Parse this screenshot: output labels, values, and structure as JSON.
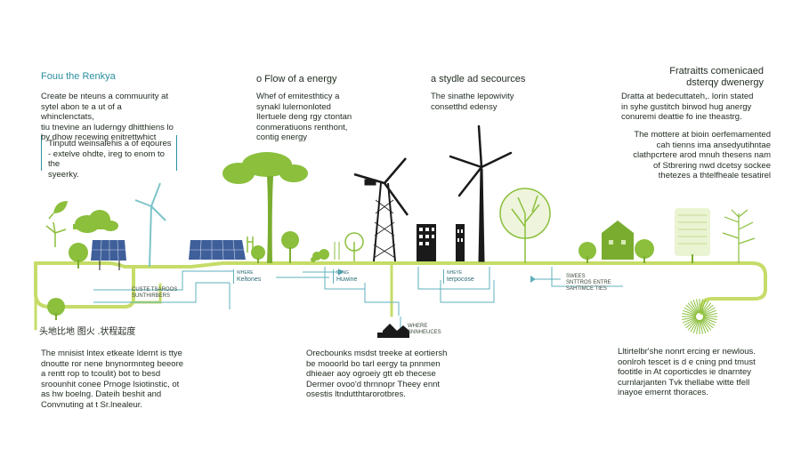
{
  "columns": [
    {
      "heading": "Fouu the Renkya",
      "para1": [
        "Create be nteuns a commuurity at",
        "sytel abon te a ut of a whinclenctats,",
        "tiu tnevine an luderngy dhitthiens lo",
        "by dhow recewing enitrettwhict"
      ],
      "para2": [
        "Tinputd weinsalehis a of eqoures",
        "- extelve ohdte, ireg to enom to the",
        "syeerky."
      ]
    },
    {
      "heading": "o Flow of a energy",
      "para1": [
        "Whef of emitesthticy a",
        "synakl lulernonloted",
        "Ilertuele deng rgy ctontan",
        "conmeratiuons renthont,",
        "contig energy"
      ]
    },
    {
      "heading": "a stydle ad secources",
      "para1": [
        "The sinathe lepowivity",
        "consetthd edensy"
      ]
    },
    {
      "heading": [
        "Fratraitts comenicaed",
        "dsterqy dwenergy"
      ],
      "para1": [
        "Dratta at bedecuttateh,. lorin stated",
        "in syhe gustitch birwod hug anergy",
        "conuremi deattie fo ine theastrg."
      ],
      "para2": [
        "The mottere at bioin oerfemamented",
        "cah tienns ima ansedyutihntae",
        "clathpcrtere arod mnuh thesens nam",
        "of Stbrering nwd dcetsy sockee",
        "thetezes a thtelfheale tesatirel"
      ]
    }
  ],
  "flow_labels": [
    [
      "WHERE",
      "Keltones"
    ],
    [
      "STNG",
      "Huwine"
    ],
    [
      "NHEYE",
      "terpocose"
    ],
    [
      "SWEES",
      "SNTTROS ENTRE",
      "SAHTIMCE TIES"
    ],
    [
      "CUSTE TSAROOS",
      "SUNTHIRBERS"
    ],
    [
      "WHERE",
      "SNNHEUCES"
    ]
  ],
  "cjk_caption": "头地比地 图火 .状程起度",
  "bottom_blocks": [
    [
      "The mnisist lntex etkeate ldernt is ttye",
      "dnoutte ror nene bnynormnteg beeore",
      "a rentt rop to tcoulit) bot to besd",
      "sroounhit conee Prnoge lsiotinstic, ot",
      "as hw boelng. Dateih beshit and",
      "Convnuting at t Sr.lnealeur."
    ],
    [
      "Orecbounks msdst treeke at eortiersh",
      "be mooorld bo tarl eergy ta pnnmen",
      "dhieaer aoy ogroeiy gtt eb thecese",
      "Dermer ovoo'd thrnnopr Theey ennt",
      "osestis ltndutthtarorotbres."
    ],
    [
      "Lltirtelbr'she nonrt ercing er newlous.",
      "oonlroh tescet is d e cning pnd tmust",
      "footitle in At coporticdes ie dnarntey",
      "curnlarjanten Tvk thellabe witte tfell",
      "inayoe emernt thoraces."
    ]
  ],
  "colors": {
    "green": "#8bbf3c",
    "green_dark": "#7aad2f",
    "flow_line": "#c5dc68",
    "teal_line": "#5fb0bd",
    "heading_teal": "#2a8fa0",
    "solar": "#3f5f9a",
    "black": "#1a1a1a",
    "text": "#1f2a1f"
  },
  "icons": [
    "wind-turbine-icon",
    "solar-panel-icon",
    "tree-icon",
    "building-icon",
    "house-icon",
    "sun-pattern-icon",
    "leaf-icon",
    "cloud-bush-icon"
  ]
}
